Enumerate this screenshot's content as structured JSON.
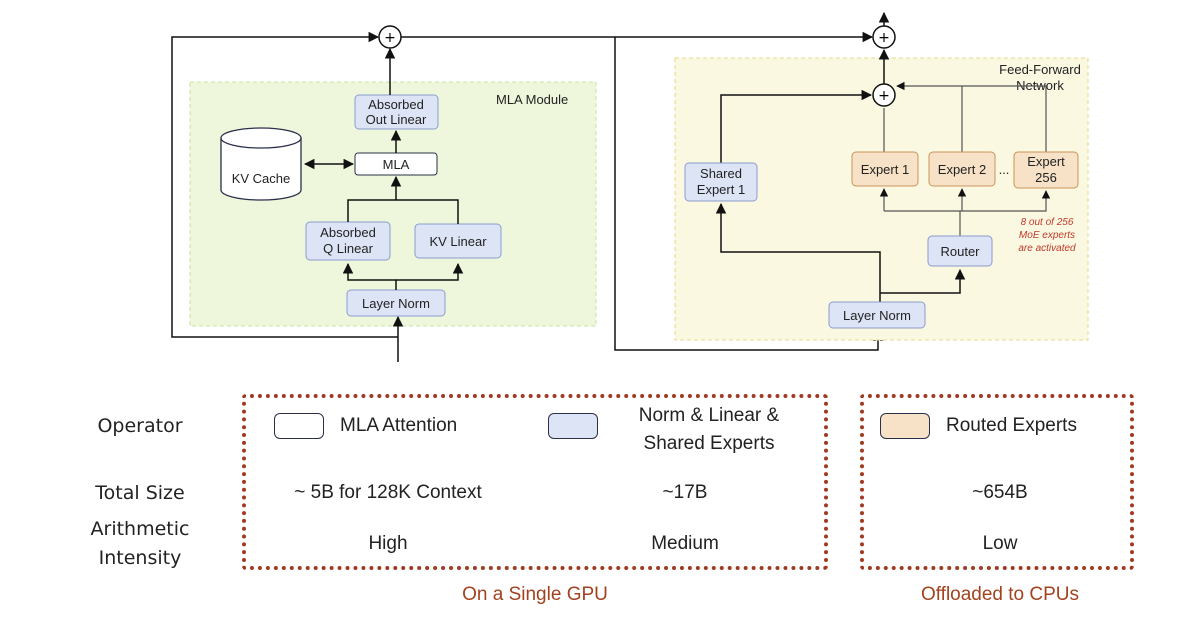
{
  "mla": {
    "module_label": "MLA Module",
    "absorbed_out_linear": [
      "Absorbed",
      "Out Linear"
    ],
    "mla": "MLA",
    "kv_cache": "KV Cache",
    "absorbed_q_linear": [
      "Absorbed",
      "Q Linear"
    ],
    "kv_linear": "KV Linear",
    "layer_norm": "Layer Norm",
    "plus": "+"
  },
  "ffn": {
    "module_label": [
      "Feed-Forward",
      "Network"
    ],
    "shared_expert": [
      "Shared",
      "Expert 1"
    ],
    "expert_1": "Expert 1",
    "expert_2": "Expert 2",
    "ellipsis": "...",
    "expert_256": [
      "Expert",
      "256"
    ],
    "router": "Router",
    "layer_norm": "Layer Norm",
    "activation_note": [
      "8 out of 256",
      "MoE experts",
      "are activated"
    ],
    "plus": "+"
  },
  "table": {
    "row_labels": {
      "operator": "Operator",
      "total_size": "Total Size",
      "arithmetic_intensity": [
        "Arithmetic",
        "Intensity"
      ]
    },
    "mla_attention": {
      "name": "MLA Attention",
      "size": "~ 5B for 128K Context",
      "intensity": "High"
    },
    "norm_linear": {
      "name": [
        "Norm & Linear &",
        "Shared Experts"
      ],
      "size": "~17B",
      "intensity": "Medium"
    },
    "routed_experts": {
      "name": "Routed Experts",
      "size": "~654B",
      "intensity": "Low"
    },
    "gpu_label": "On a Single GPU",
    "cpu_label": "Offloaded to CPUs"
  },
  "colors": {
    "module_bg": "#eef7dc",
    "module_border": "#c8e0a0",
    "ffn_bg": "#fbf8e2",
    "ffn_border": "#e6d98a",
    "blue_box": "#dde4f5",
    "blue_border": "#8a9bcf",
    "orange_box": "#f7e2c7",
    "orange_border": "#c8935a",
    "note_red": "#c0392b",
    "dotted_border": "#a03a22",
    "location_text": "#a3421f"
  }
}
